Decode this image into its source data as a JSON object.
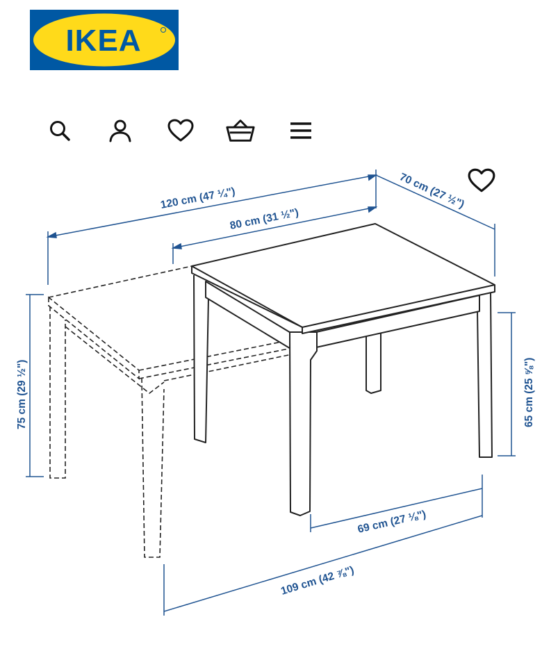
{
  "brand": {
    "logo_text": "IKEA",
    "colors": {
      "blue": "#0058a3",
      "yellow": "#ffda1a"
    }
  },
  "nav": {
    "icons": [
      "search-icon",
      "user-icon",
      "heart-icon",
      "basket-icon",
      "menu-icon"
    ]
  },
  "favorite": {
    "icon": "heart-icon"
  },
  "dimensions": {
    "extended_length": "120 cm (47 ¼\")",
    "length": "80 cm (31 ½\")",
    "depth": "70 cm (27 ½\")",
    "height": "75 cm (29 ½\")",
    "leg_clearance": "65 cm (25 ⅝\")",
    "leg_span": "69 cm (27 ⅛\")",
    "extended_leg_span": "109 cm (42 ⅞\")"
  },
  "colors": {
    "dimension_blue": "#1f5391",
    "line": "#222222"
  }
}
